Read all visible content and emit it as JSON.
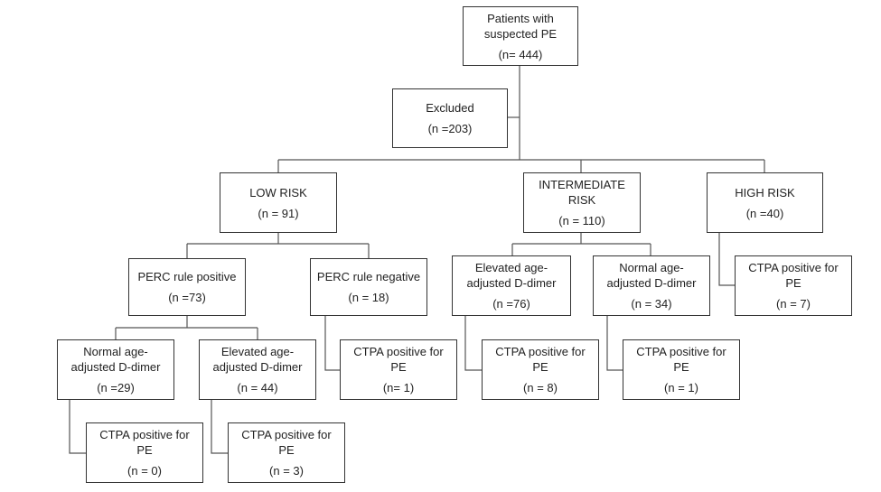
{
  "nodes": {
    "root": {
      "title": "Patients with\nsuspected PE",
      "count": "(n= 444)"
    },
    "excluded": {
      "title": "Excluded",
      "count": "(n =203)"
    },
    "low": {
      "title": "LOW RISK",
      "count": "(n = 91)"
    },
    "intermediate": {
      "title": "INTERMEDIATE\nRISK",
      "count": "(n = 110)"
    },
    "high": {
      "title": "HIGH RISK",
      "count": "(n =40)"
    },
    "perc_pos": {
      "title": "PERC rule positive",
      "count": "(n =73)"
    },
    "perc_neg": {
      "title": "PERC rule negative",
      "count": "(n = 18)"
    },
    "int_elevated": {
      "title": "Elevated age-\nadjusted D-dimer",
      "count": "(n =76)"
    },
    "int_normal": {
      "title": "Normal age-\nadjusted D-dimer",
      "count": "(n = 34)"
    },
    "high_ctpa": {
      "title": "CTPA positive for\nPE",
      "count": "(n = 7)"
    },
    "low_normal": {
      "title": "Normal age-\nadjusted D-dimer",
      "count": "(n =29)"
    },
    "low_elevated": {
      "title": "Elevated age-\nadjusted D-dimer",
      "count": "(n = 44)"
    },
    "perc_neg_ctpa": {
      "title": "CTPA positive for\nPE",
      "count": "(n= 1)"
    },
    "int_elevated_ctpa": {
      "title": "CTPA positive for\nPE",
      "count": "(n = 8)"
    },
    "int_normal_ctpa": {
      "title": "CTPA positive for\nPE",
      "count": "(n = 1)"
    },
    "low_normal_ctpa": {
      "title": "CTPA positive for\nPE",
      "count": "(n = 0)"
    },
    "low_elevated_ctpa": {
      "title": "CTPA positive for\nPE",
      "count": "(n = 3)"
    }
  }
}
